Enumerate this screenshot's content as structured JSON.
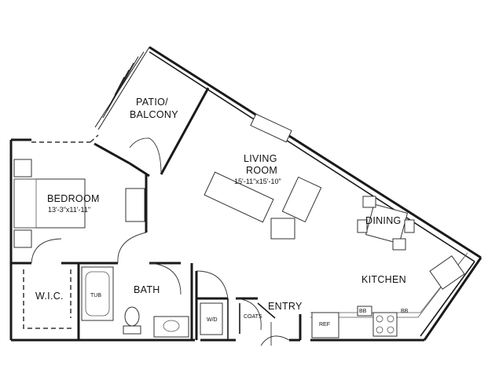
{
  "rooms": {
    "patio_line1": "PATIO/",
    "patio_line2": "BALCONY",
    "living_line1": "LIVING",
    "living_line2": "ROOM",
    "living_dims": "15'-11\"x15'-10\"",
    "bedroom": "BEDROOM",
    "bedroom_dims": "13'-3\"x11'-11\"",
    "dining": "DINING",
    "kitchen": "KITCHEN",
    "wic": "W.I.C.",
    "bath": "BATH",
    "entry": "ENTRY"
  },
  "fixtures": {
    "tub": "TUB",
    "wd": "W/D",
    "coats": "COATS",
    "ref": "REF",
    "bb1": "BB",
    "bb2": "BB"
  }
}
